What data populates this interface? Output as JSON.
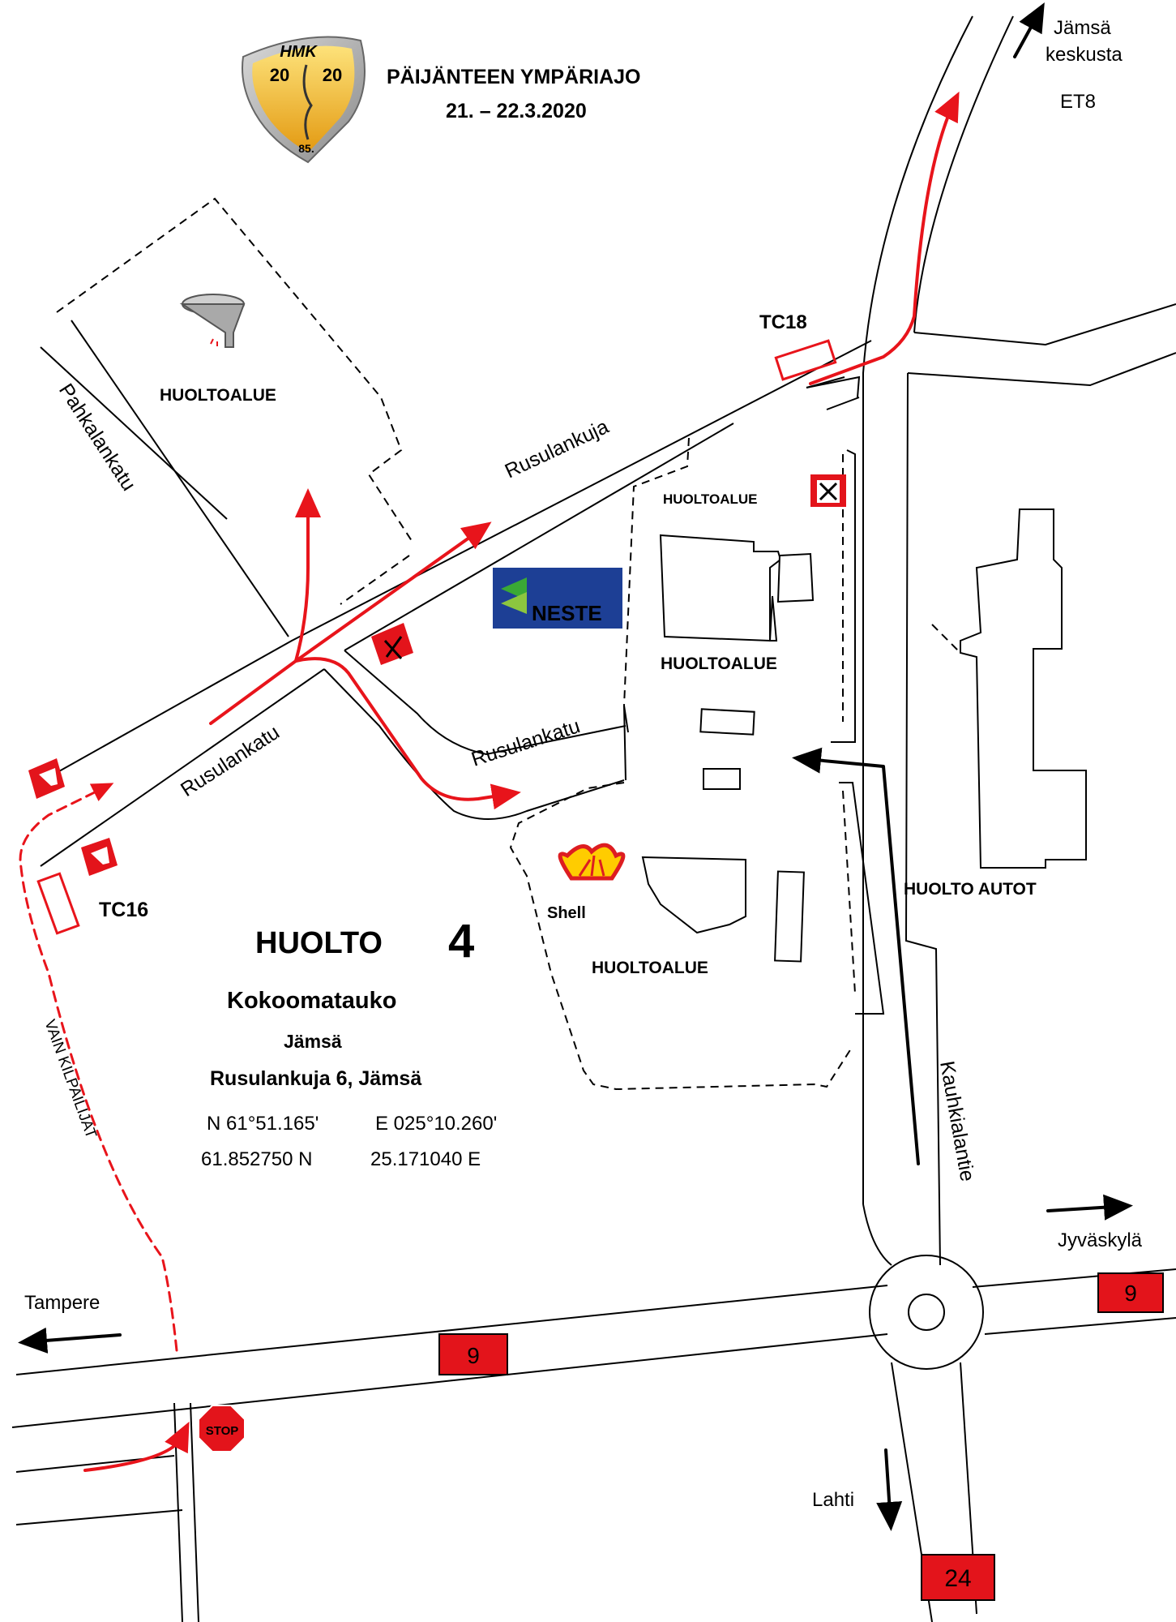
{
  "header": {
    "title": "PÄIJÄNTEEN  YMPÄRIAJO",
    "dates": "21. – 22.3.2020",
    "logo_text": "HMK",
    "logo_year_left": "20",
    "logo_year_right": "20",
    "logo_anniv": "85."
  },
  "streets": {
    "rusulankuja": "Rusulankuja",
    "rusulankatu_upper": "Rusulankatu",
    "rusulankatu_lower": "Rusulankatu",
    "pahkalankatu": "Pahkalankatu",
    "kauhkialantie": "Kauhkialantie"
  },
  "directions": {
    "jamsa_line1": "Jämsä",
    "jamsa_line2": "keskusta",
    "et8": "ET8",
    "jyvaskyla": "Jyväskylä",
    "tampere": "Tampere",
    "lahti": "Lahti"
  },
  "road_signs": {
    "road9_east": "9",
    "road9_west": "9",
    "road24": "24",
    "stop": "STOP"
  },
  "areas": {
    "huoltoalue_nw": "HUOLTOALUE",
    "huoltoalue_neste_top": "HUOLTOALUE",
    "huoltoalue_neste_mid": "HUOLTOALUE",
    "huoltoalue_shell": "HUOLTOALUE",
    "huolto_autot": "HUOLTO AUTOT"
  },
  "controls": {
    "tc18": "TC18",
    "tc16": "TC16"
  },
  "brands": {
    "neste": "NESTE",
    "shell": "Shell"
  },
  "info": {
    "huolto": "HUOLTO",
    "number": "4",
    "kokoomatauko": "Kokoomatauko",
    "town": "Jämsä",
    "address": "Rusulankuja 6, Jämsä",
    "coord_n_dm": "N 61°51.165'",
    "coord_e_dm": "E 025°10.260'",
    "coord_n_dec": "61.852750 N",
    "coord_e_dec": "25.171040 E"
  },
  "route_note": "VAIN KILPAILIJAT",
  "colors": {
    "route_red": "#e8141b",
    "sign_red": "#e3141b",
    "neste_blue": "#1d3f95",
    "neste_green": "#3aa935",
    "shell_yellow": "#ffcc00",
    "shell_red": "#dd1d21",
    "logo_gold": "#f2b321"
  }
}
